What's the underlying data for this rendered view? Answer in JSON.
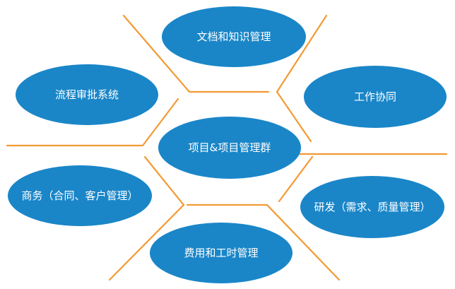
{
  "diagram": {
    "accent_color": "#1a86c8",
    "line_color": "#f39a33",
    "center": {
      "label": "项目&项目管理群"
    },
    "nodes": {
      "document": {
        "label": "文档和知识管理"
      },
      "workflow": {
        "label": "流程审批系统"
      },
      "collaboration": {
        "label": "工作协同"
      },
      "business": {
        "label": "商务（合同、客户管理）"
      },
      "rnd": {
        "label": "研发（需求、质量管理）"
      },
      "cost": {
        "label": "费用和工时管理"
      }
    }
  }
}
